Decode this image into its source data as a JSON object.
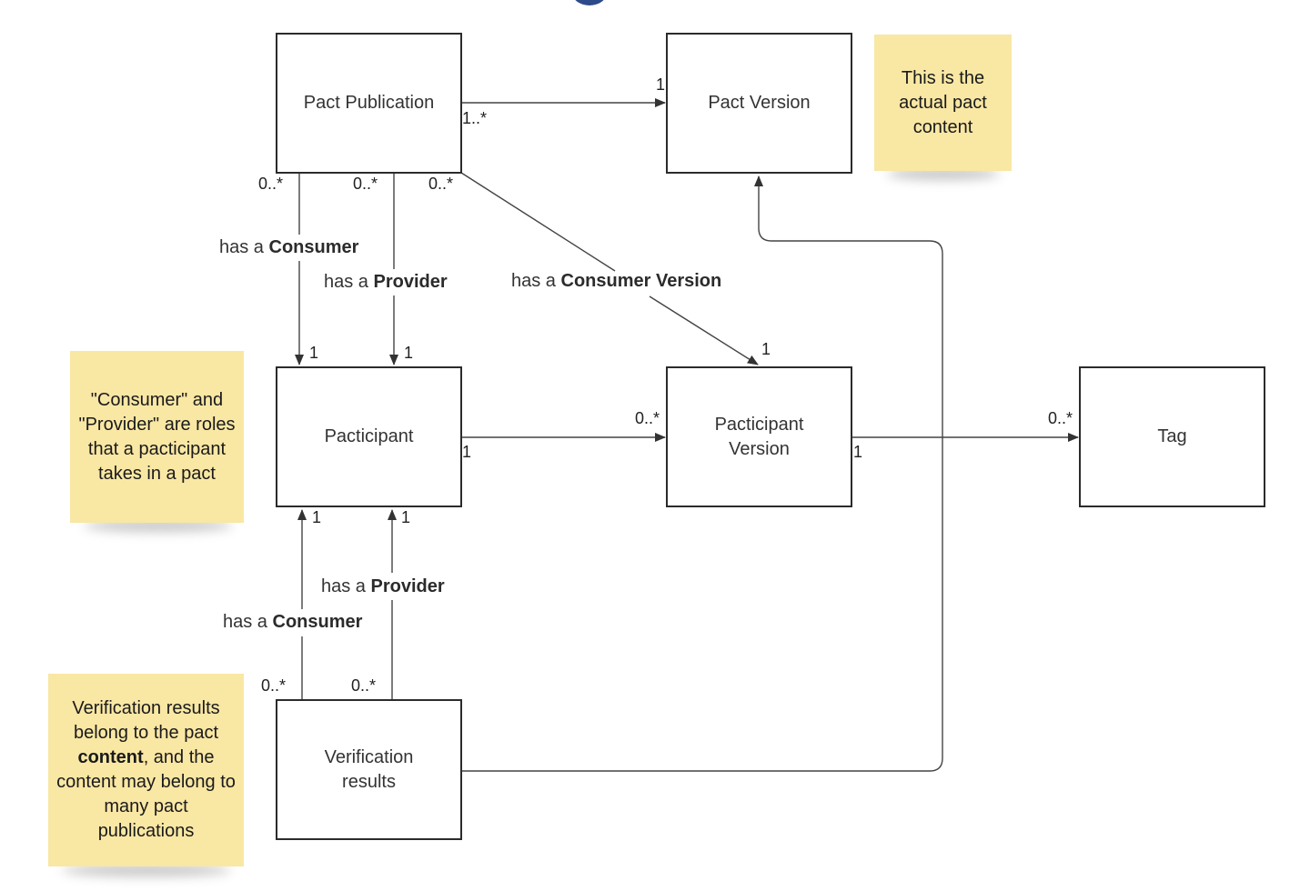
{
  "diagram": {
    "boxes": {
      "pact_publication": "Pact Publication",
      "pact_version": "Pact Version",
      "participant": "Pacticipant",
      "participant_version": "Pacticipant\nVersion",
      "tag": "Tag",
      "verification_results": "Verification\nresults"
    },
    "notes": {
      "pact_content": "This is the actual pact content",
      "roles": "\"Consumer\" and \"Provider\" are roles that a pacticipant takes in a pact",
      "verification_pre": "Verification results belong to the pact ",
      "verification_bold": "content",
      "verification_post": ", and the content may belong to many pact publications"
    },
    "labels": {
      "has_a": "has a",
      "consumer": "Consumer",
      "provider": "Provider",
      "consumer_version": "Consumer Version"
    },
    "multiplicities": {
      "pub_to_version_target": "1",
      "pub_to_version_source": "1..*",
      "pub_consumer_source": "0..*",
      "pub_provider_source": "0..*",
      "pub_cv_source": "0..*",
      "pub_consumer_target": "1",
      "pub_provider_target": "1",
      "pub_cv_target": "1",
      "participant_to_version_target": "0..*",
      "participant_to_version_source": "1",
      "version_to_tag_target": "0..*",
      "version_to_tag_source": "1",
      "vr_consumer_target": "1",
      "vr_provider_target": "1",
      "vr_consumer_source": "0..*",
      "vr_provider_source": "0..*"
    }
  }
}
